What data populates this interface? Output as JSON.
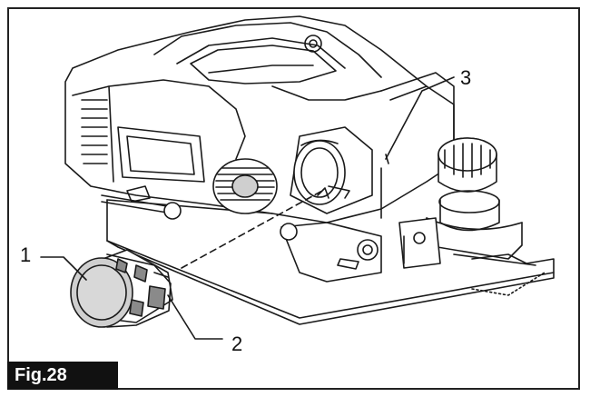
{
  "figure": {
    "label": "Fig.28",
    "callouts": [
      {
        "id": "1",
        "text": "1"
      },
      {
        "id": "2",
        "text": "2"
      },
      {
        "id": "3",
        "text": "3"
      }
    ]
  },
  "colors": {
    "line": "#1a1a1a",
    "shade": "#cfcfcf",
    "dark_shade": "#8a8a8a",
    "label_bg": "#111111",
    "label_text": "#ffffff"
  },
  "icons": [
    "planer-tool-illustration",
    "dust-nozzle-cap-illustration"
  ]
}
